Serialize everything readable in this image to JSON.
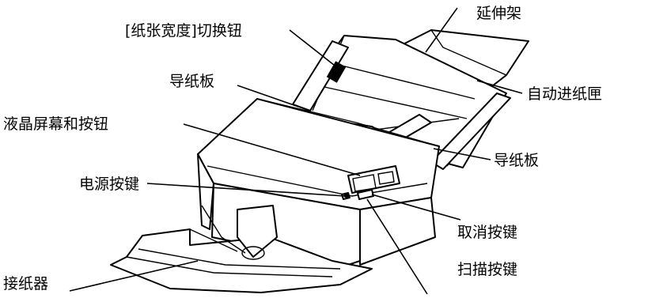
{
  "labels": {
    "extension_arm": "延伸架",
    "paper_width_switch": "[纸张宽度]切换钮",
    "paper_guide_left": "导纸板",
    "adf": "自动进纸匣",
    "lcd_and_buttons": "液晶屏幕和按钮",
    "paper_guide_right": "导纸板",
    "power_button": "电源按键",
    "cancel_button": "取消按键",
    "scan_button": "扫描按键",
    "output_tray": "接纸器"
  },
  "colors": {
    "line": "#000000",
    "background": "#ffffff"
  }
}
